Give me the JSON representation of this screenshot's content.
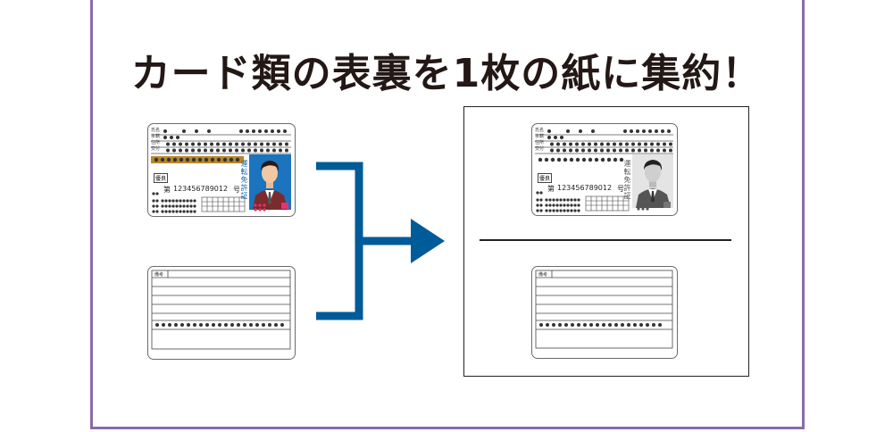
{
  "title": "カード類の表裏を1枚の紙に集約！",
  "license_front": {
    "id_label": "第",
    "id_number": "123456789012",
    "id_suffix": "号",
    "vertical_label": "運転免許証",
    "rows": [
      "氏名",
      "本籍",
      "住所",
      "交付"
    ],
    "badge": "優良"
  },
  "license_back": {
    "header": "備考"
  },
  "colors": {
    "frame": "#8a6aa8",
    "arrow": "#005b99",
    "photo_bg": "#1b74bd",
    "jacket": "#7a2b2b",
    "gold_band": "#b8862b",
    "pink": "#e8336d"
  },
  "icons": {
    "photo": "person-portrait-icon",
    "arrow": "right-arrow-icon"
  }
}
